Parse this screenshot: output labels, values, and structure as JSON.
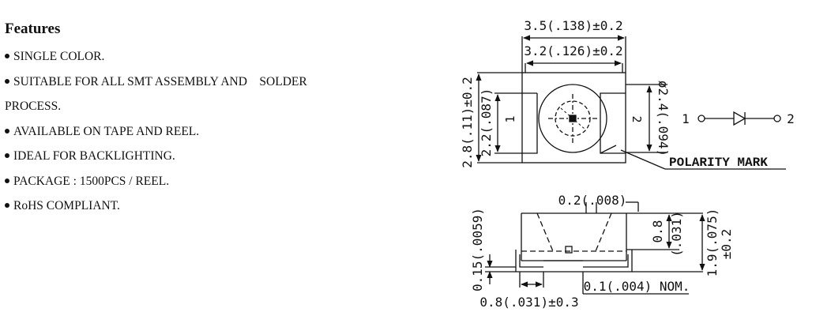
{
  "features": {
    "title": "Features",
    "items": [
      "SINGLE COLOR.",
      "SUITABLE FOR ALL SMT ASSEMBLY AND    SOLDER",
      "PROCESS.",
      "AVAILABLE ON TAPE AND REEL.",
      "IDEAL FOR BACKLIGHTING.",
      "PACKAGE : 1500PCS / REEL.",
      "RoHS COMPLIANT."
    ]
  },
  "drawing": {
    "top_view": {
      "dim_overall_width": "3.5(.138)±0.2",
      "dim_inner_width": "3.2(.126)±0.2",
      "dim_overall_height": "2.8(.11)±0.2",
      "dim_inner_height": "2.2(.087)",
      "dim_diameter": "ø2.4(.094)",
      "pin_left": "1",
      "pin_right": "2",
      "polarity_label": "POLARITY MARK"
    },
    "symbol": {
      "pin1": "1",
      "pin2": "2"
    },
    "side_view": {
      "dim_top_offset": "0.2(.008)",
      "dim_dome_height_a": "0.8",
      "dim_dome_height_b": "(.031)",
      "dim_total_height_a": "1.9(.075)",
      "dim_total_height_b": "±0.2",
      "dim_pad_thickness": "0.15(.0059)",
      "dim_pad_width": "0.8(.031)±0.3",
      "dim_nominal": "0.1(.004) NOM."
    }
  }
}
